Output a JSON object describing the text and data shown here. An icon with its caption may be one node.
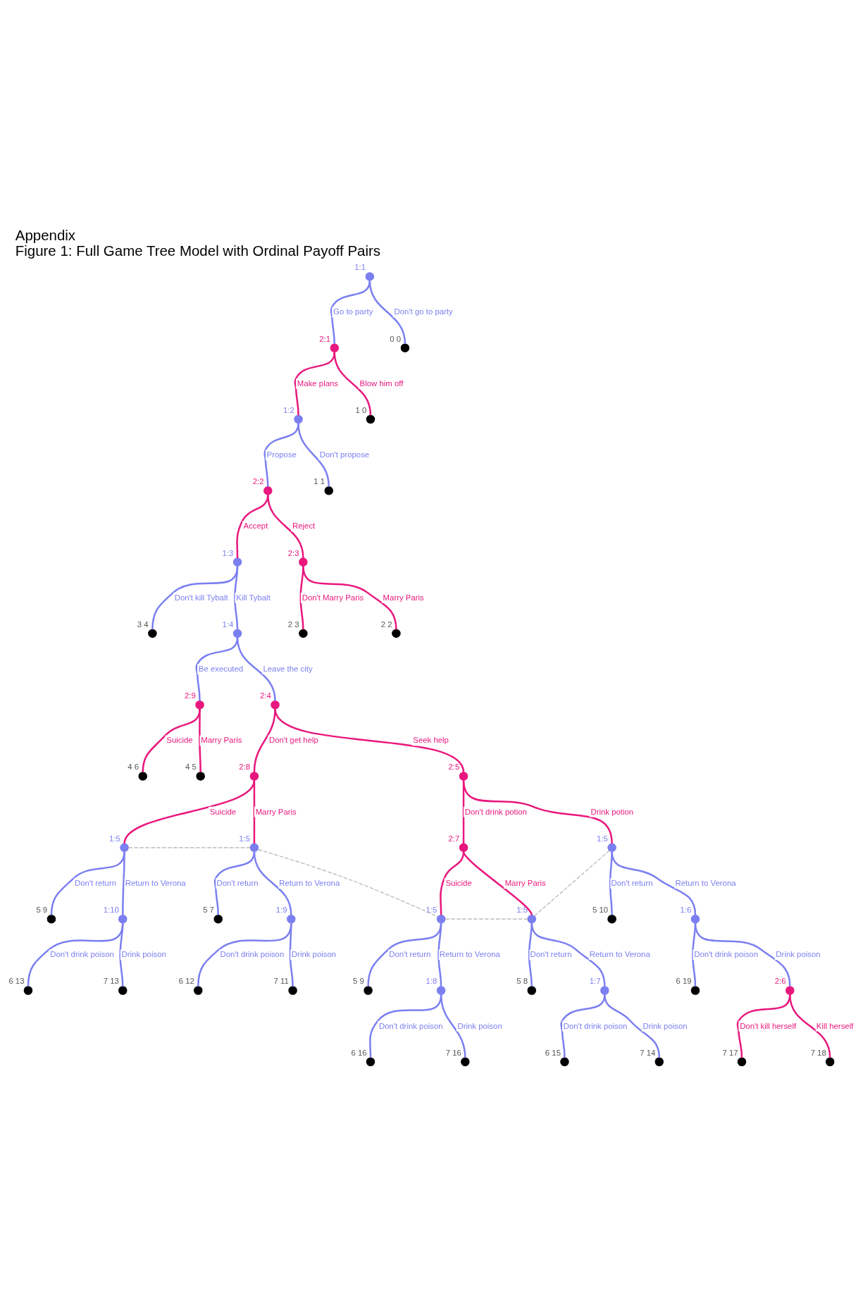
{
  "diagram": {
    "title": "Appendix",
    "caption": "Figure 1: Full Game Tree Model with Ordinal Payoff Pairs",
    "nodes": [
      {
        "text": [],
        "shape": "circle",
        "beside": [
          "1:1"
        ]
      },
      {
        "text": [],
        "shape": "circle",
        "beside": [
          "2:1"
        ]
      },
      {
        "text": [],
        "shape": "circle",
        "beside": [
          "1:2"
        ]
      },
      {
        "text": [],
        "shape": "circle",
        "beside": [
          "2:2"
        ]
      },
      {
        "text": [],
        "shape": "circle",
        "beside": [
          "1:3"
        ]
      },
      {
        "text": [],
        "shape": "circle",
        "beside": [
          "3 4"
        ]
      },
      {
        "text": [],
        "shape": "circle",
        "beside": [
          "1:4"
        ]
      },
      {
        "text": [],
        "shape": "circle",
        "beside": [
          "2:9"
        ]
      },
      {
        "text": [],
        "shape": "circle",
        "beside": [
          "4 6"
        ]
      },
      {
        "text": [],
        "shape": "circle",
        "beside": [
          "4 5"
        ]
      },
      {
        "text": [],
        "shape": "circle",
        "beside": [
          "2:4"
        ]
      },
      {
        "text": [],
        "shape": "circle",
        "beside": [
          "2:8"
        ]
      },
      {
        "text": [],
        "shape": "circle",
        "beside": [
          "1:5"
        ]
      },
      {
        "text": [],
        "shape": "circle",
        "beside": [
          "5 9"
        ]
      },
      {
        "text": [],
        "shape": "circle",
        "beside": [
          "1:10"
        ]
      },
      {
        "text": [],
        "shape": "circle",
        "beside": [
          "6 13"
        ]
      },
      {
        "text": [],
        "shape": "circle",
        "beside": [
          "7 13"
        ]
      },
      {
        "text": [],
        "shape": "circle",
        "beside": [
          "1:5"
        ]
      },
      {
        "text": [],
        "shape": "circle",
        "beside": [
          "5 7"
        ]
      },
      {
        "text": [],
        "shape": "circle",
        "beside": [
          "1:9"
        ]
      },
      {
        "text": [],
        "shape": "circle",
        "beside": [
          "6 12"
        ]
      },
      {
        "text": [],
        "shape": "circle",
        "beside": [
          "7 11"
        ]
      },
      {
        "text": [],
        "shape": "circle",
        "beside": [
          "2:5"
        ]
      },
      {
        "text": [],
        "shape": "circle",
        "beside": [
          "2:7"
        ]
      },
      {
        "text": [],
        "shape": "circle",
        "beside": [
          "1:5"
        ]
      },
      {
        "text": [],
        "shape": "circle",
        "beside": [
          "5 9"
        ]
      },
      {
        "text": [],
        "shape": "circle",
        "beside": [
          "1:8"
        ]
      },
      {
        "text": [],
        "shape": "circle",
        "beside": [
          "6 16"
        ]
      },
      {
        "text": [],
        "shape": "circle",
        "beside": [
          "7 16"
        ]
      },
      {
        "text": [],
        "shape": "circle",
        "beside": [
          "1:5"
        ]
      },
      {
        "text": [],
        "shape": "circle",
        "beside": [
          "5 8"
        ]
      },
      {
        "text": [],
        "shape": "circle",
        "beside": [
          "1:7"
        ]
      },
      {
        "text": [],
        "shape": "circle",
        "beside": [
          "6 15"
        ]
      },
      {
        "text": [],
        "shape": "circle",
        "beside": [
          "7 14"
        ]
      },
      {
        "text": [],
        "shape": "circle",
        "beside": [
          "1:5"
        ]
      },
      {
        "text": [],
        "shape": "circle",
        "beside": [
          "5 10"
        ]
      },
      {
        "text": [],
        "shape": "circle",
        "beside": [
          "1:6"
        ]
      },
      {
        "text": [],
        "shape": "circle",
        "beside": [
          "6 19"
        ]
      },
      {
        "text": [],
        "shape": "circle",
        "beside": [
          "2:6"
        ]
      },
      {
        "text": [],
        "shape": "circle",
        "beside": [
          "7 17"
        ]
      },
      {
        "text": [],
        "shape": "circle",
        "beside": [
          "7 18"
        ]
      },
      {
        "text": [],
        "shape": "circle",
        "beside": [
          "2:3"
        ]
      },
      {
        "text": [],
        "shape": "circle",
        "beside": [
          "2 3"
        ]
      },
      {
        "text": [],
        "shape": "circle",
        "beside": [
          "2 2"
        ]
      },
      {
        "text": [],
        "shape": "circle",
        "beside": [
          "1 1"
        ]
      },
      {
        "text": [],
        "shape": "circle",
        "beside": [
          "1 0"
        ]
      },
      {
        "text": [],
        "shape": "circle",
        "beside": [
          "0 0"
        ]
      }
    ],
    "edges": [
      {
        "from": 0,
        "to": 1,
        "arrow": "none",
        "label": "Go to party"
      },
      {
        "from": 1,
        "to": 2,
        "arrow": "none",
        "label": "Make plans",
        "color": "#e8177d"
      },
      {
        "from": 2,
        "to": 3,
        "arrow": "none",
        "label": "Propose"
      },
      {
        "from": 3,
        "to": 4,
        "arrow": "none",
        "label": "Accept",
        "color": "#e8177d"
      },
      {
        "from": 4,
        "to": 5,
        "arrow": "none",
        "label": "Don't kill Tybalt"
      },
      {
        "from": 4,
        "to": 6,
        "arrow": "none",
        "label": "Kill Tybalt"
      },
      {
        "from": 6,
        "to": 7,
        "arrow": "none",
        "label": "Be executed"
      },
      {
        "from": 7,
        "to": 8,
        "arrow": "none",
        "label": "Suicide",
        "color": "#e8177d"
      },
      {
        "from": 7,
        "to": 9,
        "arrow": "none",
        "label": "Marry Paris",
        "color": "#e8177d"
      },
      {
        "from": 6,
        "to": 10,
        "arrow": "none",
        "label": "Leave the city"
      },
      {
        "from": 10,
        "to": 11,
        "arrow": "none",
        "label": "Don't get help",
        "color": "#e8177d"
      },
      {
        "from": 11,
        "to": 12,
        "arrow": "none",
        "label": "Suicide",
        "color": "#e8177d"
      },
      {
        "from": 12,
        "to": 13,
        "arrow": "none",
        "label": "Don't return"
      },
      {
        "from": 12,
        "to": 14,
        "arrow": "none",
        "label": "Return to Verona"
      },
      {
        "from": 14,
        "to": 15,
        "arrow": "none",
        "label": "Don't drink poison"
      },
      {
        "from": 14,
        "to": 16,
        "arrow": "none",
        "label": "Drink poison"
      },
      {
        "from": 11,
        "to": 17,
        "arrow": "none",
        "label": "Marry Paris",
        "color": "#e8177d"
      },
      {
        "from": 17,
        "to": 18,
        "arrow": "none",
        "label": "Don't return"
      },
      {
        "from": 17,
        "to": 19,
        "arrow": "none",
        "label": "Return to Verona"
      },
      {
        "from": 19,
        "to": 20,
        "arrow": "none",
        "label": "Don't drink poison"
      },
      {
        "from": 19,
        "to": 21,
        "arrow": "none",
        "label": "Drink poison"
      },
      {
        "from": 10,
        "to": 22,
        "arrow": "none",
        "label": "Seek help",
        "color": "#e8177d"
      },
      {
        "from": 22,
        "to": 23,
        "arrow": "none",
        "label": "Don't drink potion",
        "color": "#e8177d"
      },
      {
        "from": 23,
        "to": 24,
        "arrow": "none",
        "label": "Suicide",
        "color": "#e8177d"
      },
      {
        "from": 24,
        "to": 25,
        "arrow": "none",
        "label": "Don't return"
      },
      {
        "from": 24,
        "to": 26,
        "arrow": "none",
        "label": "Return to Verona"
      },
      {
        "from": 26,
        "to": 27,
        "arrow": "none",
        "label": "Don't drink poison"
      },
      {
        "from": 26,
        "to": 28,
        "arrow": "none",
        "label": "Drink poison"
      },
      {
        "from": 23,
        "to": 29,
        "arrow": "none",
        "label": "Marry Paris",
        "color": "#e8177d"
      },
      {
        "from": 29,
        "to": 30,
        "arrow": "none",
        "label": "Don't return"
      },
      {
        "from": 29,
        "to": 31,
        "arrow": "none",
        "label": "Return to Verona"
      },
      {
        "from": 31,
        "to": 32,
        "arrow": "none",
        "label": "Don't drink poison"
      },
      {
        "from": 31,
        "to": 33,
        "arrow": "none",
        "label": "Drink poison"
      },
      {
        "from": 22,
        "to": 34,
        "arrow": "none",
        "label": "Drink potion",
        "color": "#e8177d"
      },
      {
        "from": 34,
        "to": 35,
        "arrow": "none",
        "label": "Don't return"
      },
      {
        "from": 34,
        "to": 36,
        "arrow": "none",
        "label": "Return to Verona"
      },
      {
        "from": 36,
        "to": 37,
        "arrow": "none",
        "label": "Don't drink poison"
      },
      {
        "from": 36,
        "to": 38,
        "arrow": "none",
        "label": "Drink poison"
      },
      {
        "from": 38,
        "to": 39,
        "arrow": "none",
        "label": "Don't kill herself",
        "color": "#e8177d"
      },
      {
        "from": 38,
        "to": 40,
        "arrow": "none",
        "label": "Kill herself",
        "color": "#e8177d"
      },
      {
        "from": 3,
        "to": 41,
        "arrow": "none",
        "label": "Reject",
        "color": "#e8177d"
      },
      {
        "from": 41,
        "to": 42,
        "arrow": "none",
        "label": "Don't Marry Paris",
        "color": "#e8177d"
      },
      {
        "from": 41,
        "to": 43,
        "arrow": "none",
        "label": "Marry Paris",
        "color": "#e8177d"
      },
      {
        "from": 2,
        "to": 44,
        "arrow": "none",
        "label": "Don't propose"
      },
      {
        "from": 1,
        "to": 45,
        "arrow": "none",
        "label": "Blow him off",
        "color": "#e8177d"
      },
      {
        "from": 0,
        "to": 46,
        "arrow": "none",
        "label": "Don't go to party"
      },
      {
        "from": 12,
        "to": 17,
        "arrow": "none",
        "style": "dashed",
        "color": "#b0b0b0"
      },
      {
        "from": 17,
        "to": 24,
        "arrow": "none",
        "style": "dashed",
        "color": "#b0b0b0"
      },
      {
        "from": 24,
        "to": 29,
        "arrow": "none",
        "style": "dashed",
        "color": "#b0b0b0"
      },
      {
        "from": 29,
        "to": 34,
        "arrow": "none",
        "style": "dashed",
        "color": "#b0b0b0"
      }
    ]
  }
}
